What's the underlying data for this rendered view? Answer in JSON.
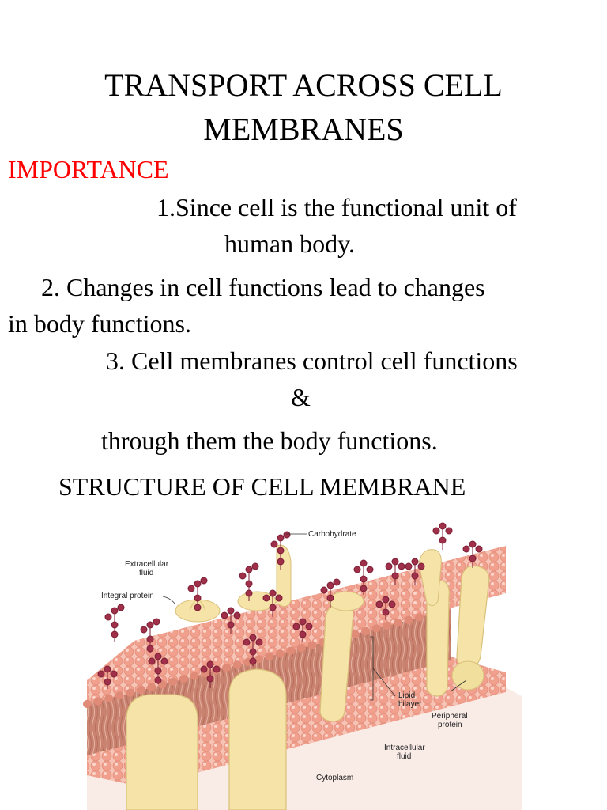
{
  "title": {
    "line1": "TRANSPORT ACROSS CELL",
    "line2": "MEMBRANES"
  },
  "importance": {
    "heading": "IMPORTANCE",
    "point1_a": "1.Since cell is the functional unit of",
    "point1_b": "human body.",
    "point2_a": "2. Changes in cell functions lead to changes",
    "point2_b": "in body functions.",
    "point3_a": "3. Cell membranes control cell functions",
    "point3_b": "&",
    "point3_c": "through them the body functions."
  },
  "structure_heading": "STRUCTURE OF CELL MEMBRANE",
  "diagram": {
    "labels": {
      "carbohydrate": "Carbohydrate",
      "extracellular_1": "Extracellular",
      "extracellular_2": "fluid",
      "integral_protein": "Integral protein",
      "lipid_1": "Lipid",
      "lipid_2": "bilayer",
      "peripheral_1": "Peripheral",
      "peripheral_2": "protein",
      "intracellular_1": "Intracellular",
      "intracellular_2": "fluid",
      "cytoplasm": "Cytoplasm"
    },
    "colors": {
      "head": "#f2a08e",
      "tail": "#c9826f",
      "protein": "#f6e3a8",
      "carbohydrate": "#a0304a",
      "text_red": "#ff0000"
    }
  }
}
